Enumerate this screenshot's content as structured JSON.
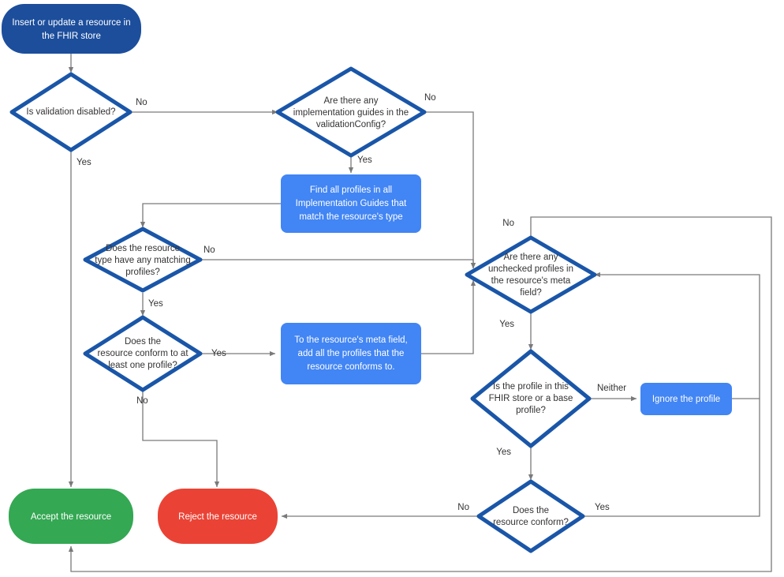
{
  "diagram": {
    "title": "FHIR store resource validation flowchart",
    "colors": {
      "start_fill": "#1c4e9c",
      "process_fill": "#4285f4",
      "accept_fill": "#34a853",
      "reject_fill": "#ea4335",
      "decision_stroke": "#1a56a8",
      "decision_fill": "#ffffff",
      "connector": "#7a7a7a",
      "text_dark": "#333333",
      "text_light": "#ffffff"
    },
    "nodes": {
      "start": {
        "type": "terminator",
        "lines": [
          "Insert or update a resource in",
          "the FHIR store"
        ]
      },
      "validation_disabled": {
        "type": "decision",
        "lines": [
          "Is validation disabled?"
        ]
      },
      "implementation_guides": {
        "type": "decision",
        "lines": [
          "Are there any",
          "implementation guides in the",
          "validationConfig?"
        ]
      },
      "find_profiles": {
        "type": "process",
        "lines": [
          "Find all profiles in all",
          "Implementation Guides that",
          "match the resource's type"
        ]
      },
      "matching_profiles": {
        "type": "decision",
        "lines": [
          "Does the resource",
          "type have any matching",
          "profiles?"
        ]
      },
      "conform_one_profile": {
        "type": "decision",
        "lines": [
          "Does the",
          "resource conform to at",
          "least one profile?"
        ]
      },
      "add_profiles_meta": {
        "type": "process",
        "lines": [
          "To the resource's meta field,",
          "add all the profiles that the",
          "resource conforms to."
        ]
      },
      "unchecked_profiles": {
        "type": "decision",
        "lines": [
          "Are there any",
          "unchecked profiles in",
          "the resource's meta",
          "field?"
        ]
      },
      "profile_in_store": {
        "type": "decision",
        "lines": [
          "Is the profile in this",
          "FHIR store or a base",
          "profile?"
        ]
      },
      "ignore_profile": {
        "type": "process",
        "lines": [
          "Ignore the profile"
        ]
      },
      "resource_conform": {
        "type": "decision",
        "lines": [
          "Does the",
          "resource conform?"
        ]
      },
      "accept": {
        "type": "terminator",
        "lines": [
          "Accept the resource"
        ]
      },
      "reject": {
        "type": "terminator",
        "lines": [
          "Reject the resource"
        ]
      }
    },
    "edge_labels": {
      "validation_no": "No",
      "validation_yes": "Yes",
      "guides_no": "No",
      "guides_yes": "Yes",
      "matching_no": "No",
      "matching_yes": "Yes",
      "conform_one_yes": "Yes",
      "conform_one_no": "No",
      "unchecked_no": "No",
      "unchecked_yes": "Yes",
      "profile_neither": "Neither",
      "profile_yes": "Yes",
      "conform_no": "No",
      "conform_yes": "Yes"
    }
  }
}
